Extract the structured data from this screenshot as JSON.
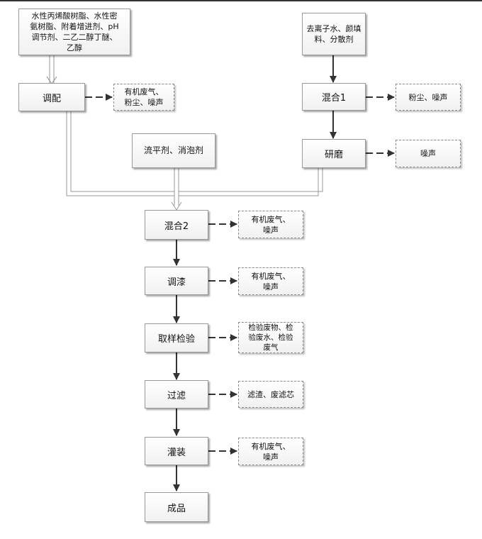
{
  "diagram": {
    "inputs": {
      "raw_left": "水性丙烯酸树脂、水性密\n氨树脂、附着增进剂、pH\n调节剂、二乙二醇丁醚、\n乙醇",
      "raw_right": "去离子水、颜填\n料、分散剂",
      "leveling": "流平剂、消泡剂"
    },
    "steps": {
      "blend": "调配",
      "mix1": "混合1",
      "grind": "研磨",
      "mix2": "混合2",
      "paint": "调漆",
      "sample": "取样检验",
      "filter": "过滤",
      "fill": "灌装",
      "product": "成品"
    },
    "outputs": {
      "blend": "有机废气、\n粉尘、噪声",
      "mix1": "粉尘、噪声",
      "grind": "噪声",
      "mix2": "有机废气、\n噪声",
      "paint": "有机废气、\n噪声",
      "sample": "检验废物、检\n验废水、检验\n废气",
      "filter": "滤渣、废滤芯",
      "fill": "有机废气、\n噪声"
    }
  }
}
